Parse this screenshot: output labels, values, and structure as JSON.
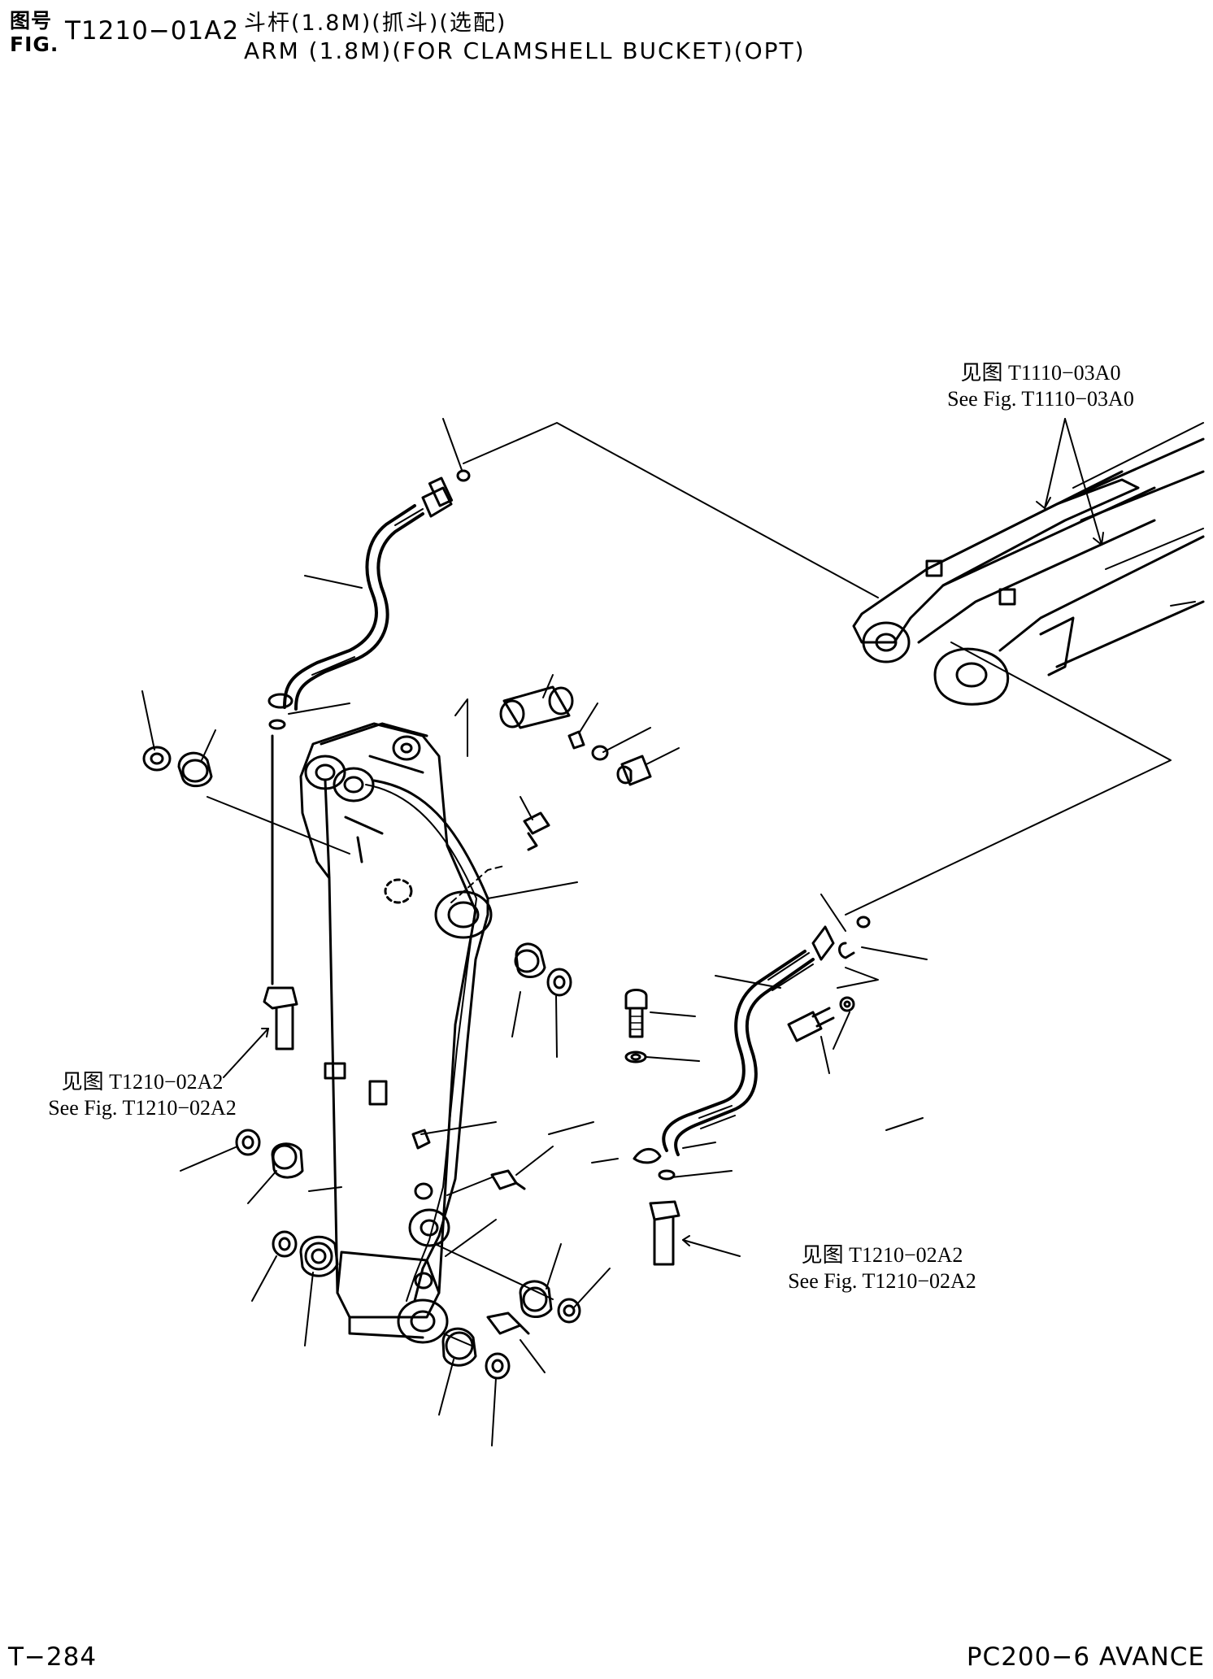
{
  "header": {
    "cn_label": "图号",
    "fig_label": "FIG.",
    "fig_number": "T1210−01A2",
    "title_cn": "斗杆(1.8M)(抓斗)(选配)",
    "title_en": "ARM (1.8M)(FOR CLAMSHELL BUCKET)(OPT)"
  },
  "callouts": {
    "top_right": {
      "cn": "见图 T1110−03A0",
      "en": "See Fig. T1110−03A0"
    },
    "left": {
      "cn": "见图 T1210−02A2",
      "en": "See Fig. T1210−02A2"
    },
    "bottom_right": {
      "cn": "见图 T1210−02A2",
      "en": "See Fig. T1210−02A2"
    }
  },
  "footer": {
    "page": "T−284",
    "model": "PC200−6 AVANCE"
  }
}
